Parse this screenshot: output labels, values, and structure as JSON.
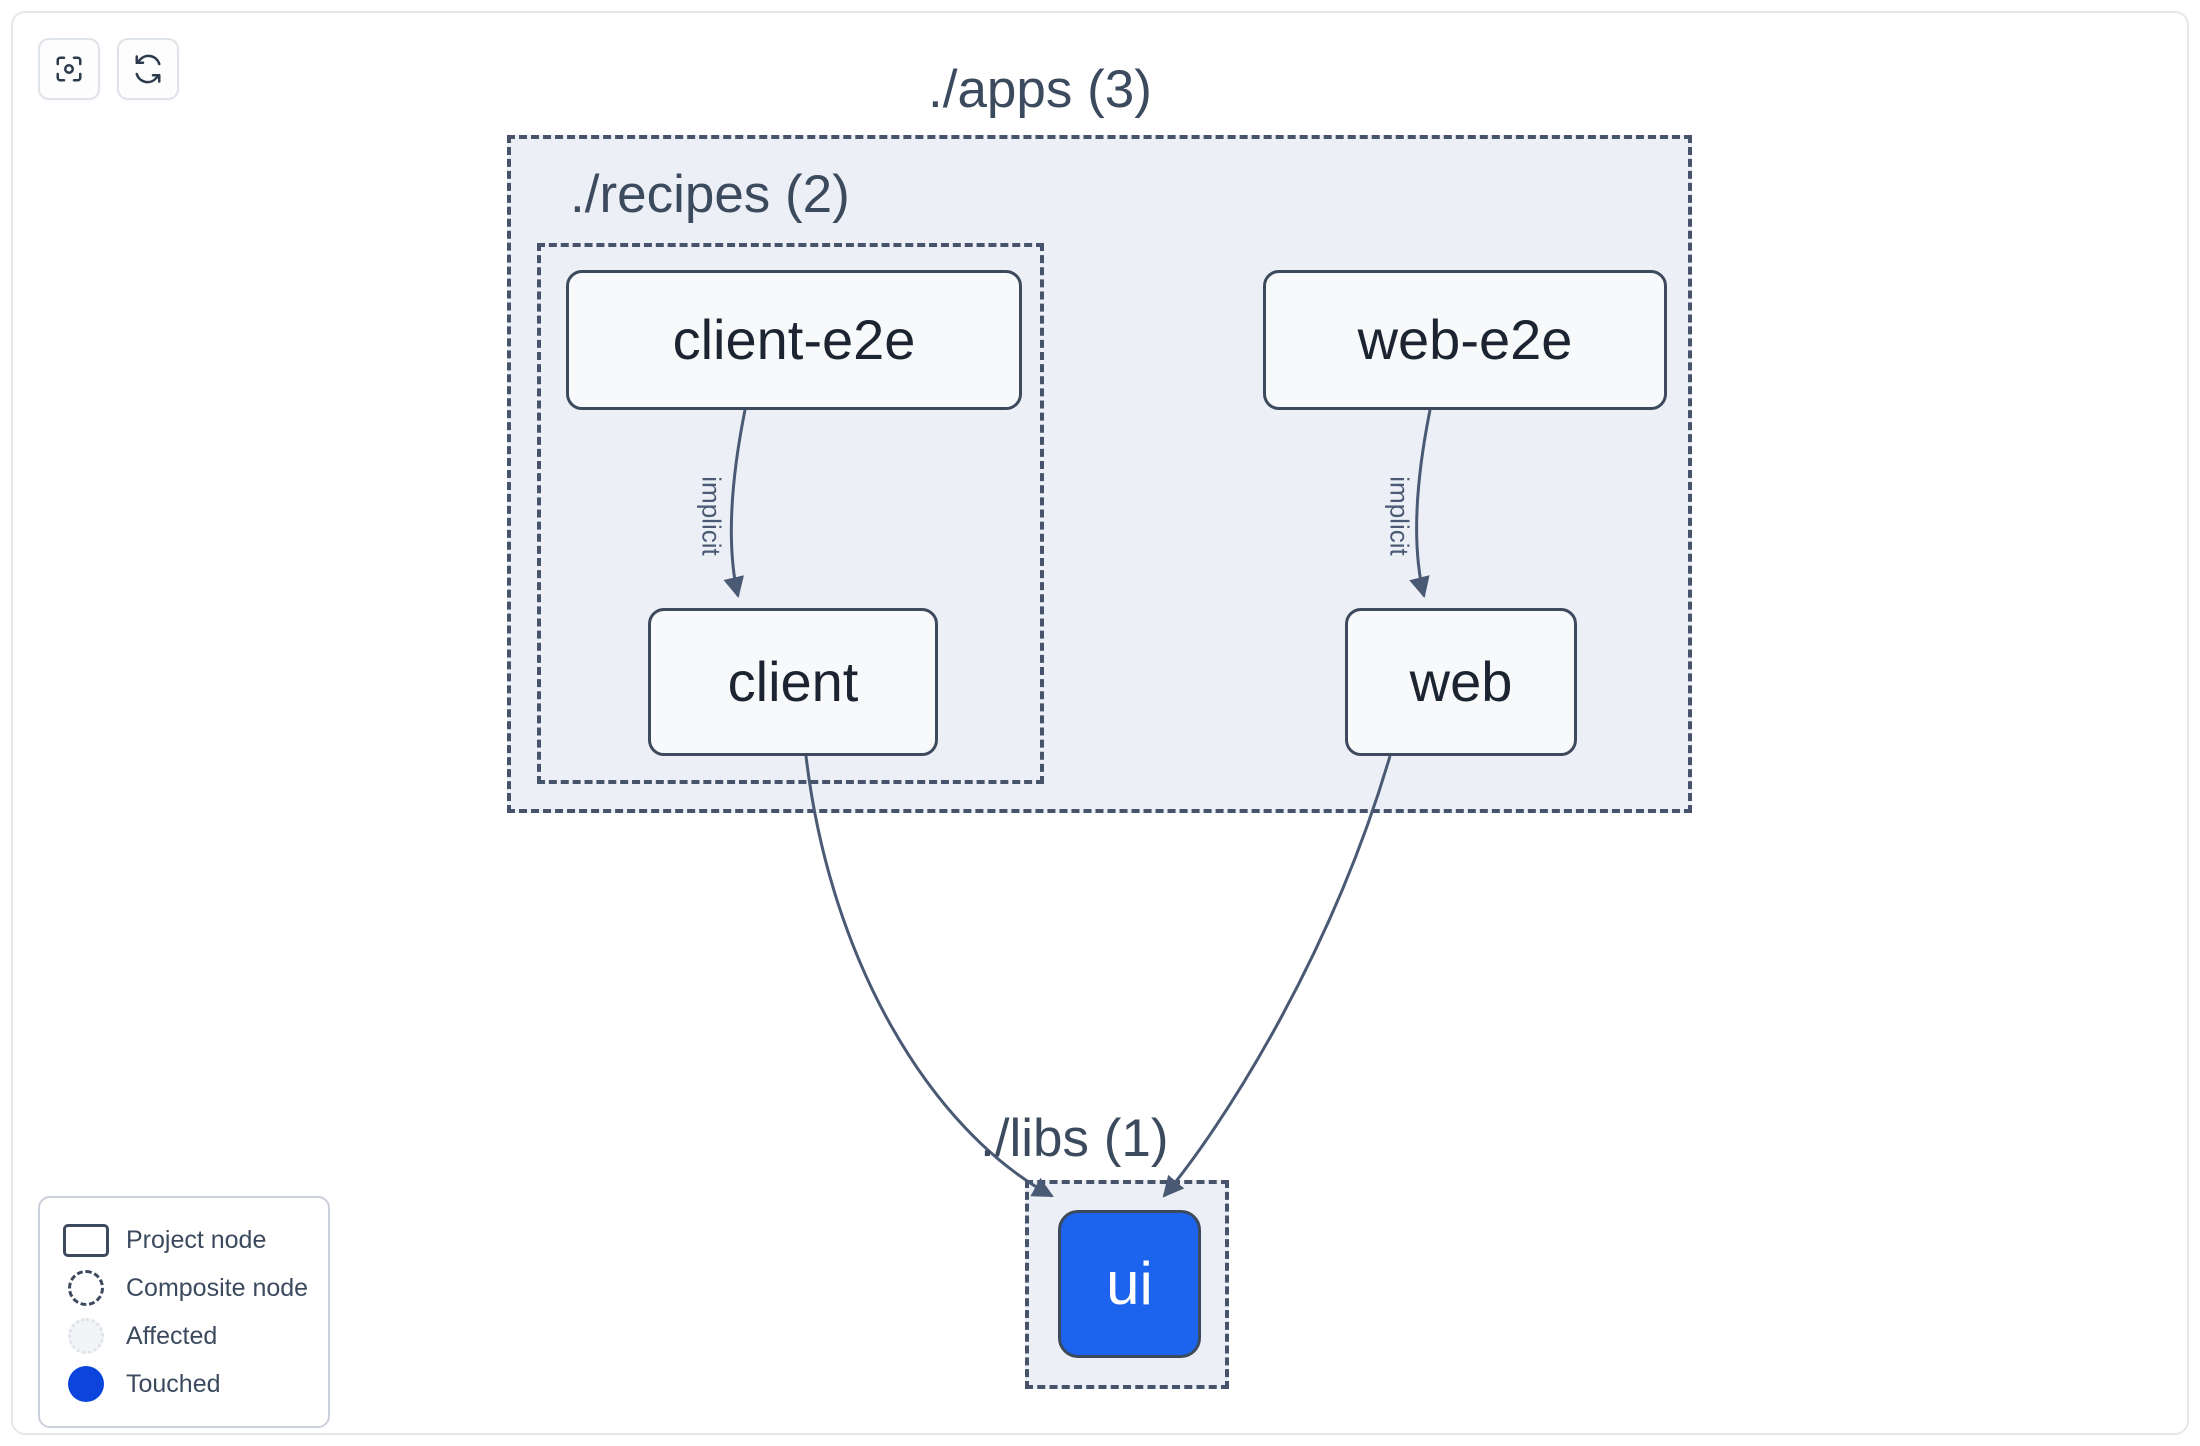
{
  "toolbar": {
    "buttons": [
      {
        "name": "focus-graph",
        "icon": "focus-target-icon",
        "title": "Focus graph"
      },
      {
        "name": "refresh-graph",
        "icon": "refresh-icon",
        "title": "Refresh graph"
      }
    ]
  },
  "graph": {
    "groups": [
      {
        "id": "apps",
        "label": "./apps (3)",
        "count": 3,
        "kind": "composite-node"
      },
      {
        "id": "recipes",
        "label": "./recipes (2)",
        "count": 2,
        "kind": "composite-node"
      },
      {
        "id": "libs",
        "label": "./libs (1)",
        "count": 1,
        "kind": "composite-node"
      }
    ],
    "nodes": [
      {
        "id": "client-e2e",
        "label": "client-e2e",
        "group": "recipes",
        "state": "project"
      },
      {
        "id": "web-e2e",
        "label": "web-e2e",
        "group": "apps",
        "state": "project"
      },
      {
        "id": "client",
        "label": "client",
        "group": "recipes",
        "state": "project"
      },
      {
        "id": "web",
        "label": "web",
        "group": "apps",
        "state": "project"
      },
      {
        "id": "ui",
        "label": "ui",
        "group": "libs",
        "state": "touched"
      }
    ],
    "edges": [
      {
        "from": "client-e2e",
        "to": "client",
        "label": "implicit"
      },
      {
        "from": "web-e2e",
        "to": "web",
        "label": "implicit"
      },
      {
        "from": "client",
        "to": "ui",
        "label": ""
      },
      {
        "from": "web",
        "to": "ui",
        "label": ""
      }
    ]
  },
  "legend": {
    "items": [
      {
        "swatch": "project-node-swatch",
        "label": "Project node"
      },
      {
        "swatch": "composite-node-swatch",
        "label": "Composite node"
      },
      {
        "swatch": "affected-swatch",
        "label": "Affected"
      },
      {
        "swatch": "touched-swatch",
        "label": "Touched"
      }
    ]
  },
  "colors": {
    "node_border": "#3d4a5d",
    "node_fill": "#f8f9fb",
    "group_fill": "#eceff5",
    "group_border": "#46536b",
    "touched": "#1c64ee",
    "touched_legend": "#0b45dd",
    "edge": "#4a5a74",
    "text": "#3c4a5e",
    "canvas_border": "#e4e7ec"
  }
}
